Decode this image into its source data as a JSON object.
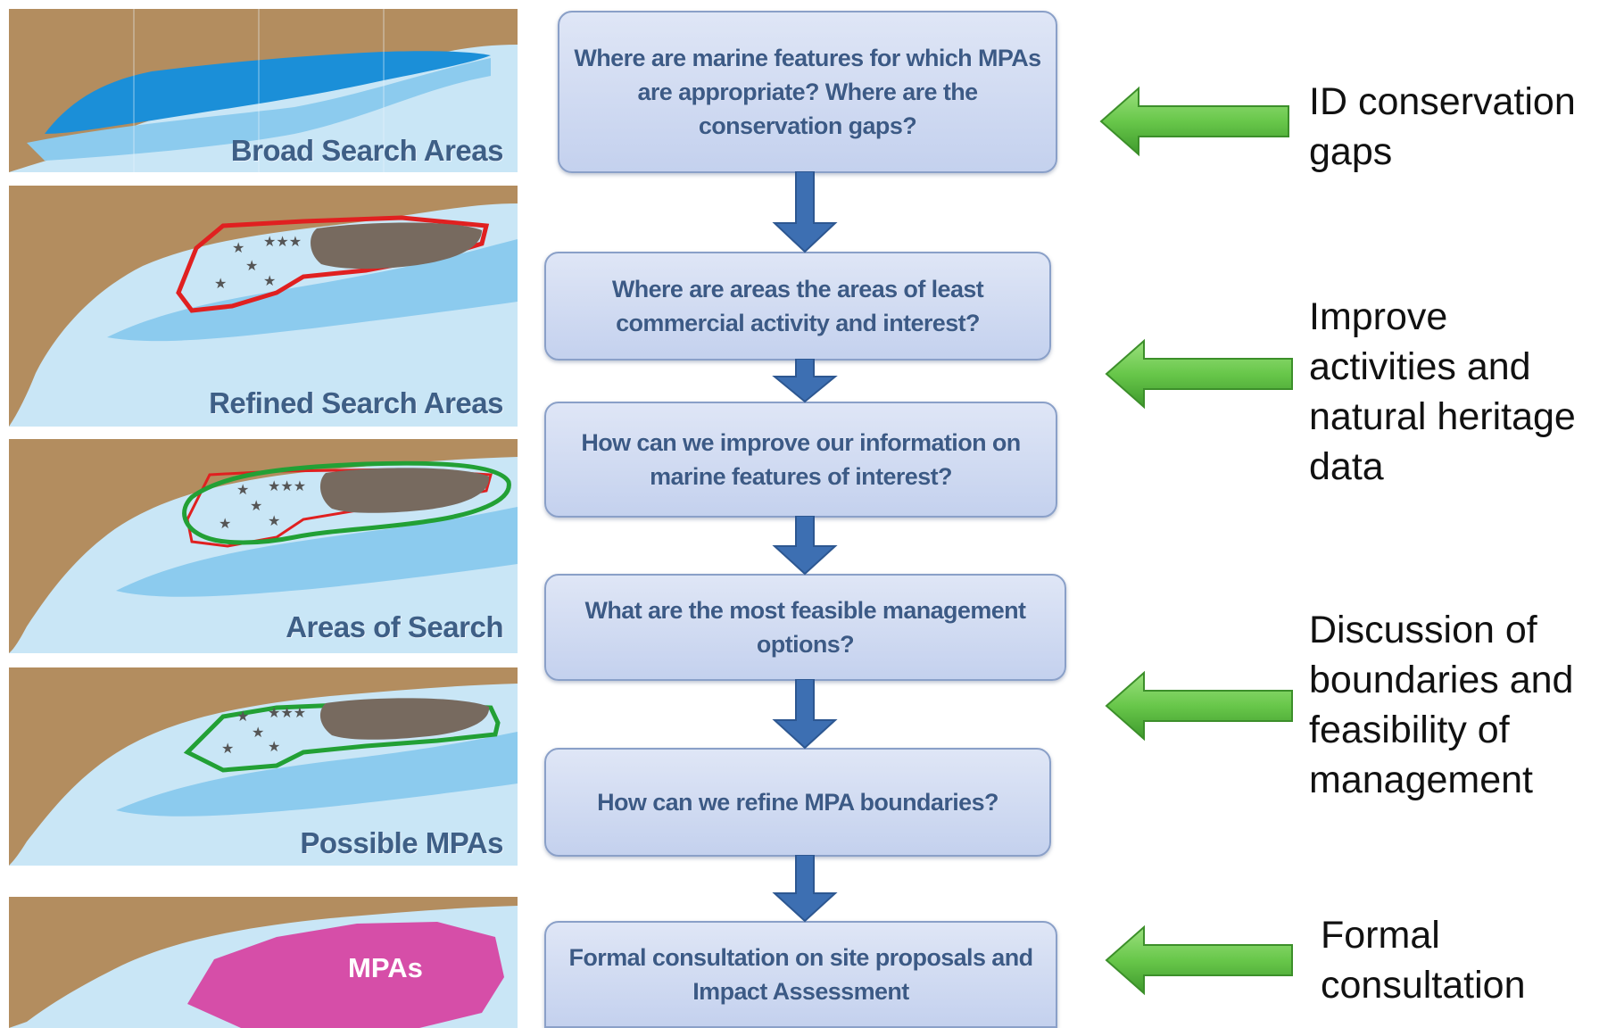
{
  "panels": [
    {
      "label": "Broad Search Areas"
    },
    {
      "label": "Refined Search Areas"
    },
    {
      "label": "Areas of Search"
    },
    {
      "label": "Possible MPAs"
    },
    {
      "label": "MPAs"
    }
  ],
  "flow_steps": [
    {
      "text": "Where are marine features for which MPAs are appropriate? Where are the conservation gaps?"
    },
    {
      "text": "Where are areas the areas of least commercial activity and interest?"
    },
    {
      "text": "How can we improve our information on marine features of interest?"
    },
    {
      "text": "What are the most feasible management options?"
    },
    {
      "text": "How can we refine MPA boundaries?"
    },
    {
      "text": "Formal consultation on site proposals and Impact Assessment"
    }
  ],
  "annotations": [
    {
      "text": "ID conservation\ngaps"
    },
    {
      "text": "Improve\nactivities and\nnatural heritage\ndata"
    },
    {
      "text": "Discussion of\nboundaries and\nfeasibility of\nmanagement"
    },
    {
      "text": "Formal\nconsultation"
    }
  ],
  "colors": {
    "sea_light": "#c9e6f6",
    "sea_mid": "#8ccbee",
    "land": "#b38d5f",
    "broad_area": "#1b8fd8",
    "activity_blob": "#776a5f",
    "refined_outline": "#e02020",
    "search_outline": "#22a035",
    "mpa_fill": "#d64ea8",
    "flow_arrow": "#3d6fb2",
    "green_arrow": "#68c74a"
  }
}
